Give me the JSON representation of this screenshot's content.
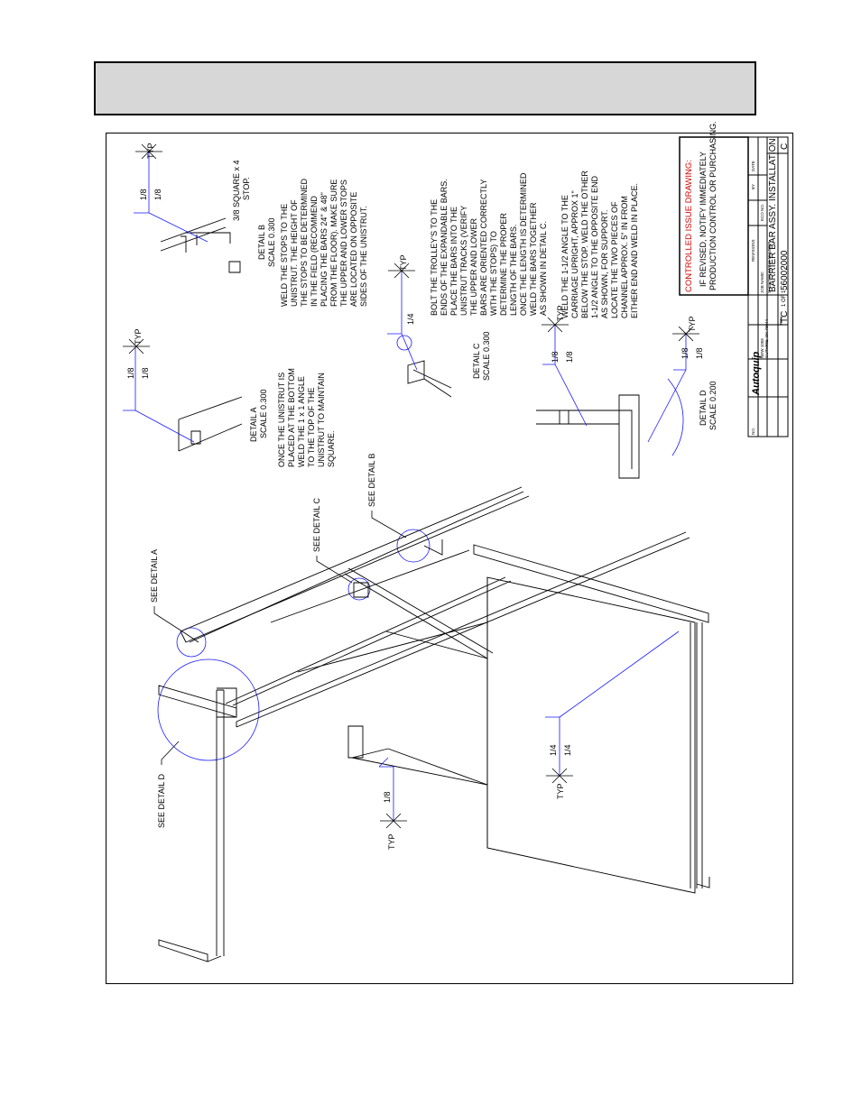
{
  "header": {
    "text": ""
  },
  "notes": {
    "detail_a": {
      "title": "DETAIL  A",
      "scale": "SCALE  0.300",
      "lines": [
        "ONCE THE UNISTRUT IS",
        "PLACED AT THE BOTTOM",
        "WELD THE 1 x 1 ANGLE",
        "TO THE TOP OF THE",
        "UNISTRUT TO MAINTAIN",
        "SQUARE."
      ]
    },
    "detail_b": {
      "title": "DETAIL  B",
      "scale": "SCALE  0.300",
      "lines": [
        "WELD THE STOPS TO THE",
        "UNISTRUT. THE HEIGHT OF",
        "THE STOPS TO BE DETERMINED",
        "IN THE FIELD (RECOMMEND",
        "PLACING THE BARS 24\" & 48\"",
        "FROM THE FLOOR). MAKE SURE",
        "THE UPPER AND LOWER STOPS",
        "ARE LOCATED ON OPPOSITE",
        "SIDES OF THE UNISTRUT."
      ]
    },
    "stop_callout": [
      "3/8 SQUARE x 4",
      "STOP."
    ],
    "detail_c": {
      "title": "DETAIL  C",
      "scale": "SCALE  0.300",
      "lines": [
        "BOLT THE TROLLEY'S TO THE",
        "ENDS OF THE EXPANDABLE BARS.",
        "PLACE THE BARS INTO THE",
        "UNISTRUT TRACKS (VERIFY",
        "THE UPPER AND LOWER",
        "BARS ARE ORIENTED CORRECTLY",
        "WITH THE STOPS) TO",
        "DETERMINE THE PROPER",
        "LENGTH OF THE BARS.",
        "ONCE THE LENGTH IS DETERMINED",
        "WELD THE BARS TOGETHER",
        "AS SHOWN IN DETAIL C."
      ]
    },
    "detail_d": {
      "title": "DETAIL  D",
      "scale": "SCALE  0.200",
      "lines": [
        "WELD THE 1-1/2 ANGLE TO THE",
        "CARRIAGE UPRIGHT, APPROX 1\"",
        "BELOW THE STOP. WELD THE OTHER",
        "1-1/2 ANGLE TO THE OPPOSITE END",
        "AS SHOWN, FOR SUPPORT.",
        "LOCATE THE TWO PIECES OF",
        "CHANNEL APPROX. 5\" IN FROM",
        "EITHER END AND WELD IN PLACE."
      ]
    }
  },
  "callouts": {
    "see_a": "SEE DETAIL  A",
    "see_b": "SEE DETAIL  B",
    "see_c": "SEE DETAIL  C",
    "see_d": "SEE DETAIL  D"
  },
  "welds": {
    "typ": "TYP",
    "w18": "1/8",
    "w14": "1/4"
  },
  "controlled": {
    "heading_prefix": "CONTROLLED",
    "heading_suffix": " ISSUE DRAWING:",
    "line1": "IF REVISED, NOTIFY IMMEDIATELY",
    "line2": "PRODUCTION CONTROL OR PURCHASING."
  },
  "title_block": {
    "title": "BARRIER BAR ASSY. INSTALLATION",
    "drawing_no": "56002000",
    "rev": "C",
    "drawn_by": "TC",
    "sheet": "1 OF 1",
    "company": "Autoquip",
    "company_address": [
      "NEW 1058",
      "GUTHRIE, OK 73044"
    ],
    "col_no": "NO.",
    "col_revisions": "REVISIONS",
    "col_by": "BY",
    "col_date": "DATE",
    "col_eco": "ECO NO.",
    "job_name": "JOB NAME:",
    "rev_label": "REV",
    "dwg_label": "DRAWING NUMBER",
    "sheet_label": "SHEET"
  },
  "colors": {
    "weld_blue": "#1a1aff",
    "controlled_red": "#d40000",
    "header_gray": "#d7d7d7"
  }
}
